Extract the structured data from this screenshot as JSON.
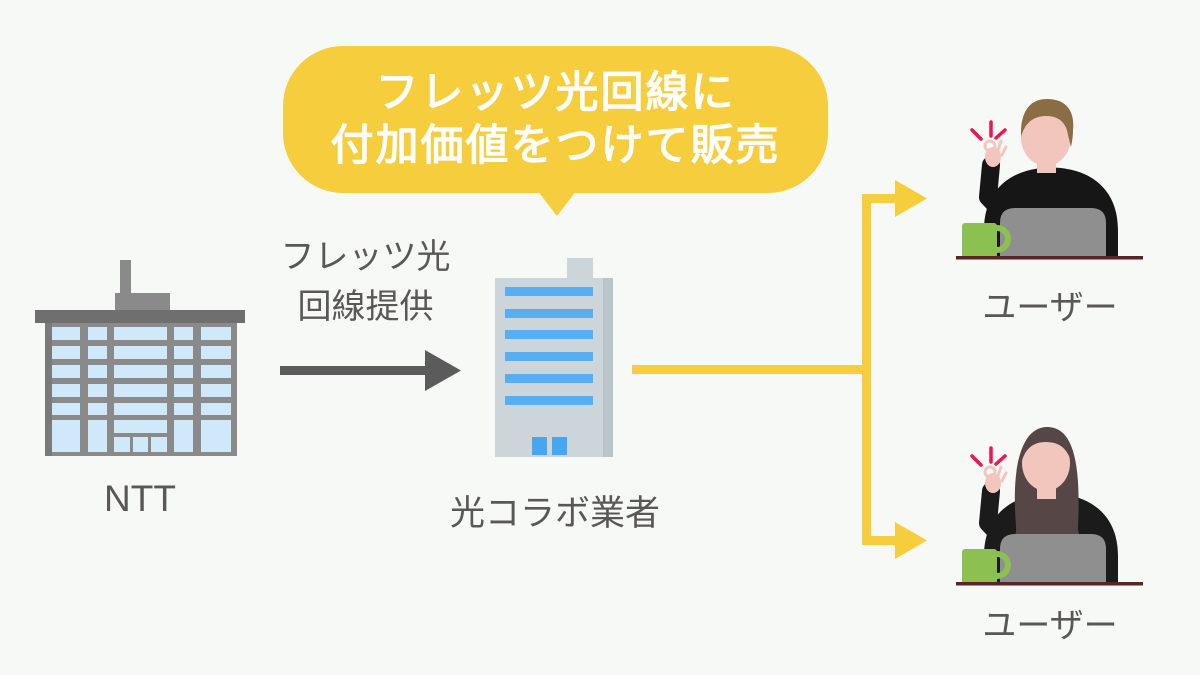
{
  "bubble": {
    "line1": "フレッツ光回線に",
    "line2": "付加価値をつけて販売"
  },
  "flow_label": {
    "line1": "フレッツ光",
    "line2": "回線提供"
  },
  "ntt": {
    "label": "NTT"
  },
  "collab": {
    "label": "光コラボ業者"
  },
  "users": {
    "top_label": "ユーザー",
    "bottom_label": "ユーザー"
  },
  "colors": {
    "background": "#f7f9f6",
    "bubble_yellow": "#f6cd3c",
    "bubble_text": "#ffffff",
    "connector_yellow": "#f6cd3c",
    "label_gray": "#595757",
    "arrow_gray": "#5b5b5b",
    "ntt_building_gray": "#8a8a8a",
    "ntt_roof_gray": "#6f6f6f",
    "ntt_window_blue": "#cfe9fa",
    "collab_body_gray": "#cbd5da",
    "collab_shade_gray": "#b9c4cb",
    "collab_stripe_blue": "#57aef2",
    "skin": "#f2c5bd",
    "hair_brown": "#8a6d42",
    "hair_dark_brown": "#564646",
    "sweater_black": "#161616",
    "laptop_gray": "#8f8f8f",
    "mug_green": "#8cc152",
    "desk_brown": "#5a2424",
    "sparkle_red": "#ee1651"
  }
}
